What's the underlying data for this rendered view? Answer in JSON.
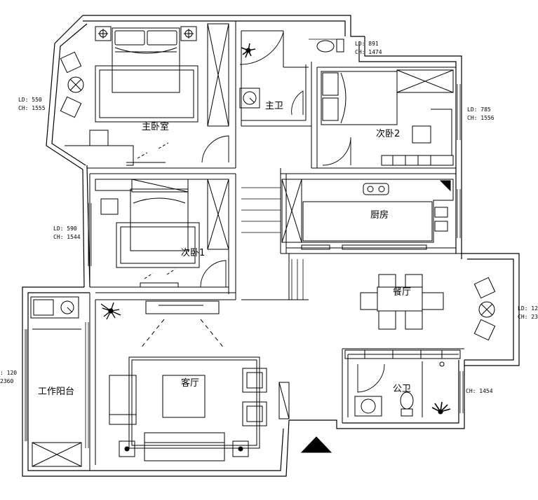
{
  "rooms": {
    "master_bedroom": "主卧室",
    "master_bath": "主卫",
    "bedroom2": "次卧2",
    "bedroom1": "次卧1",
    "kitchen": "厨房",
    "dining": "餐厅",
    "living": "客厅",
    "public_bath": "公卫",
    "work_balcony": "工作阳台"
  },
  "dimensions": {
    "master_left_ld": "LD: 550",
    "master_left_ch": "CH: 1555",
    "bath_top_ld": "LD: 891",
    "bath_top_ch": "CH: 1474",
    "bed2_right_ld": "LD: 785",
    "bed2_right_ch": "CH: 1556",
    "bed1_left_ld": "LD: 590",
    "bed1_left_ch": "CH: 1544",
    "dining_right_ld": "LD: 12",
    "dining_right_ch": "CH: 23",
    "balcony_left_a": ": 120",
    "balcony_left_b": "2360",
    "public_bath_ch": "CH: 1454"
  }
}
